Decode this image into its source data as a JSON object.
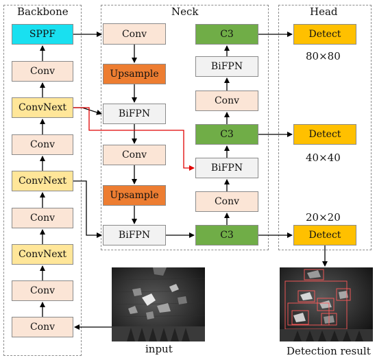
{
  "panels": {
    "backbone": {
      "title": "Backbone"
    },
    "neck": {
      "title": "Neck"
    },
    "head": {
      "title": "Head"
    }
  },
  "backbone": {
    "sppf": "SPPF",
    "conv5": "Conv",
    "convnext3": "ConvNext",
    "conv4": "Conv",
    "convnext2": "ConvNext",
    "conv3": "Conv",
    "convnext1": "ConvNext",
    "conv2": "Conv",
    "conv1": "Conv"
  },
  "neck": {
    "conv_top": "Conv",
    "upsample1": "Upsample",
    "bifpn1": "BiFPN",
    "conv_mid": "Conv",
    "upsample2": "Upsample",
    "bifpn2": "BiFPN",
    "c3_bottom": "C3",
    "conv_right_low": "Conv",
    "bifpn3": "BiFPN",
    "c3_mid": "C3",
    "conv_right_up": "Conv",
    "bifpn4": "BiFPN",
    "c3_top": "C3"
  },
  "head": {
    "detect1": "Detect",
    "scale1": "80×80",
    "detect2": "Detect",
    "scale2": "40×40",
    "scale3": "20×20",
    "detect3": "Detect"
  },
  "images": {
    "input_caption": "input",
    "result_caption": "Detection result"
  },
  "colors": {
    "sppf": "#19e0f0",
    "conv": "#fbe5d6",
    "convnext": "#ffe699",
    "upsample": "#ed7d31",
    "bifpn": "#f2f2f2",
    "c3": "#70ad47",
    "detect": "#ffc000",
    "arrow": "#000000",
    "skip_arrow": "#e00000",
    "panel_border": "#8c8c8c"
  }
}
